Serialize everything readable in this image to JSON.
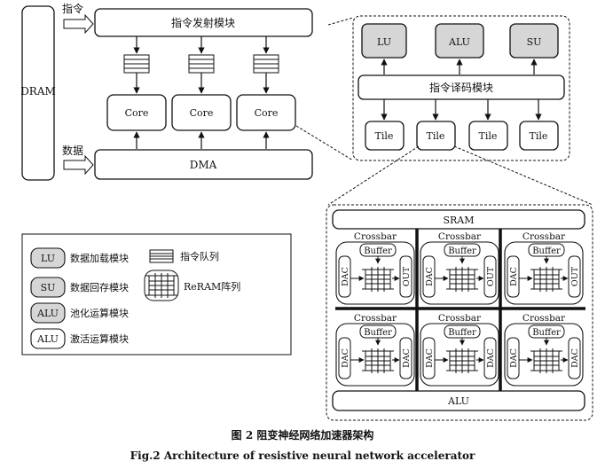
{
  "labels": {
    "dram": "DRAM",
    "instr_in": "指令",
    "data_in": "数据",
    "dispatch": "指令发射模块",
    "core": "Core",
    "dma": "DMA",
    "lu": "LU",
    "alu": "ALU",
    "su": "SU",
    "decode": "指令译码模块",
    "tile": "Tile",
    "sram": "SRAM",
    "crossbar": "Crossbar",
    "buffer": "Buffer",
    "dac": "DAC",
    "out": "OUT",
    "tile_alu": "ALU"
  },
  "legend": {
    "lu": {
      "key": "LU",
      "desc": "数据加载模块"
    },
    "su": {
      "key": "SU",
      "desc": "数据回存模块"
    },
    "alu_pool": {
      "key": "ALU",
      "desc": "池化运算模块"
    },
    "alu_act": {
      "key": "ALU",
      "desc": "激活运算模块"
    },
    "queue": "指令队列",
    "reram": "ReRAM阵列"
  },
  "caption": {
    "zh": "图 2    阻变神经网络加速器架构",
    "en": "Fig.2    Architecture of resistive neural network accelerator"
  },
  "colors": {
    "stroke": "#1a1a1a",
    "unit_fill": "#d6d6d6",
    "bus": "#111111"
  }
}
